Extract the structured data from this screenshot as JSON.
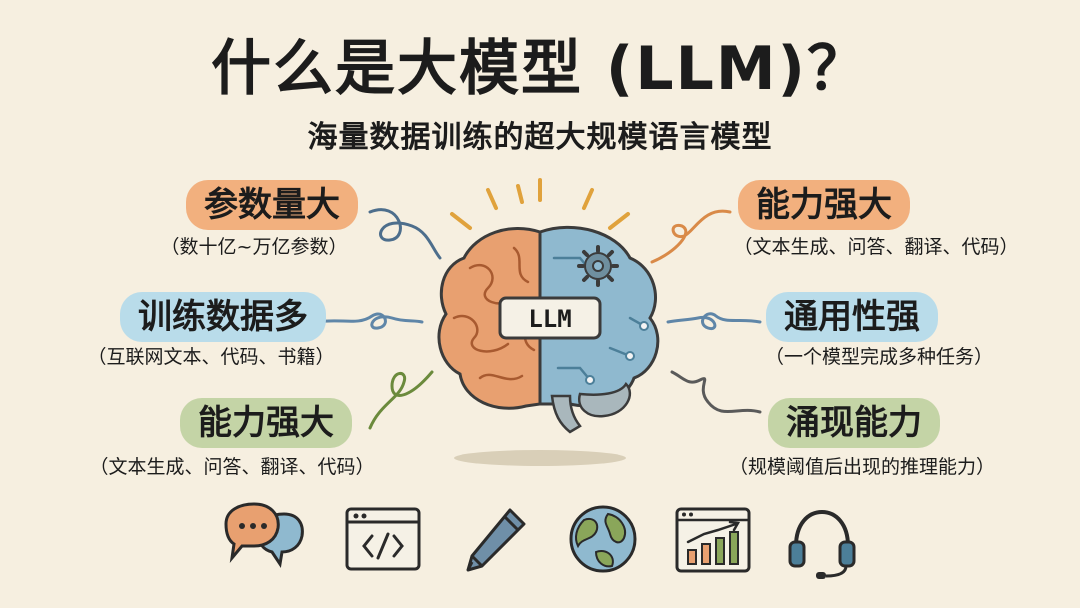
{
  "title": "什么是大模型 (LLM)？",
  "subtitle": "海量数据训练的超大规模语言模型",
  "brain_label": "LLM",
  "features": {
    "left": [
      {
        "label": "参数量大",
        "desc": "（数十亿~万亿参数）",
        "color": "#f2b07e"
      },
      {
        "label": "训练数据多",
        "desc": "（互联网文本、代码、书籍）",
        "color": "#b9dcea"
      },
      {
        "label": "能力强大",
        "desc": "（文本生成、问答、翻译、代码）",
        "color": "#c4d4a6"
      }
    ],
    "right": [
      {
        "label": "能力强大",
        "desc": "（文本生成、问答、翻译、代码）",
        "color": "#f2b07e"
      },
      {
        "label": "通用性强",
        "desc": "（一个模型完成多种任务）",
        "color": "#b9dcea"
      },
      {
        "label": "涌现能力",
        "desc": "（规模阈值后出现的推理能力）",
        "color": "#c4d4a6"
      }
    ]
  },
  "bottom_icons": [
    "chat-bubbles-icon",
    "code-window-icon",
    "pen-icon",
    "globe-icon",
    "growth-chart-icon",
    "headset-icon"
  ]
}
